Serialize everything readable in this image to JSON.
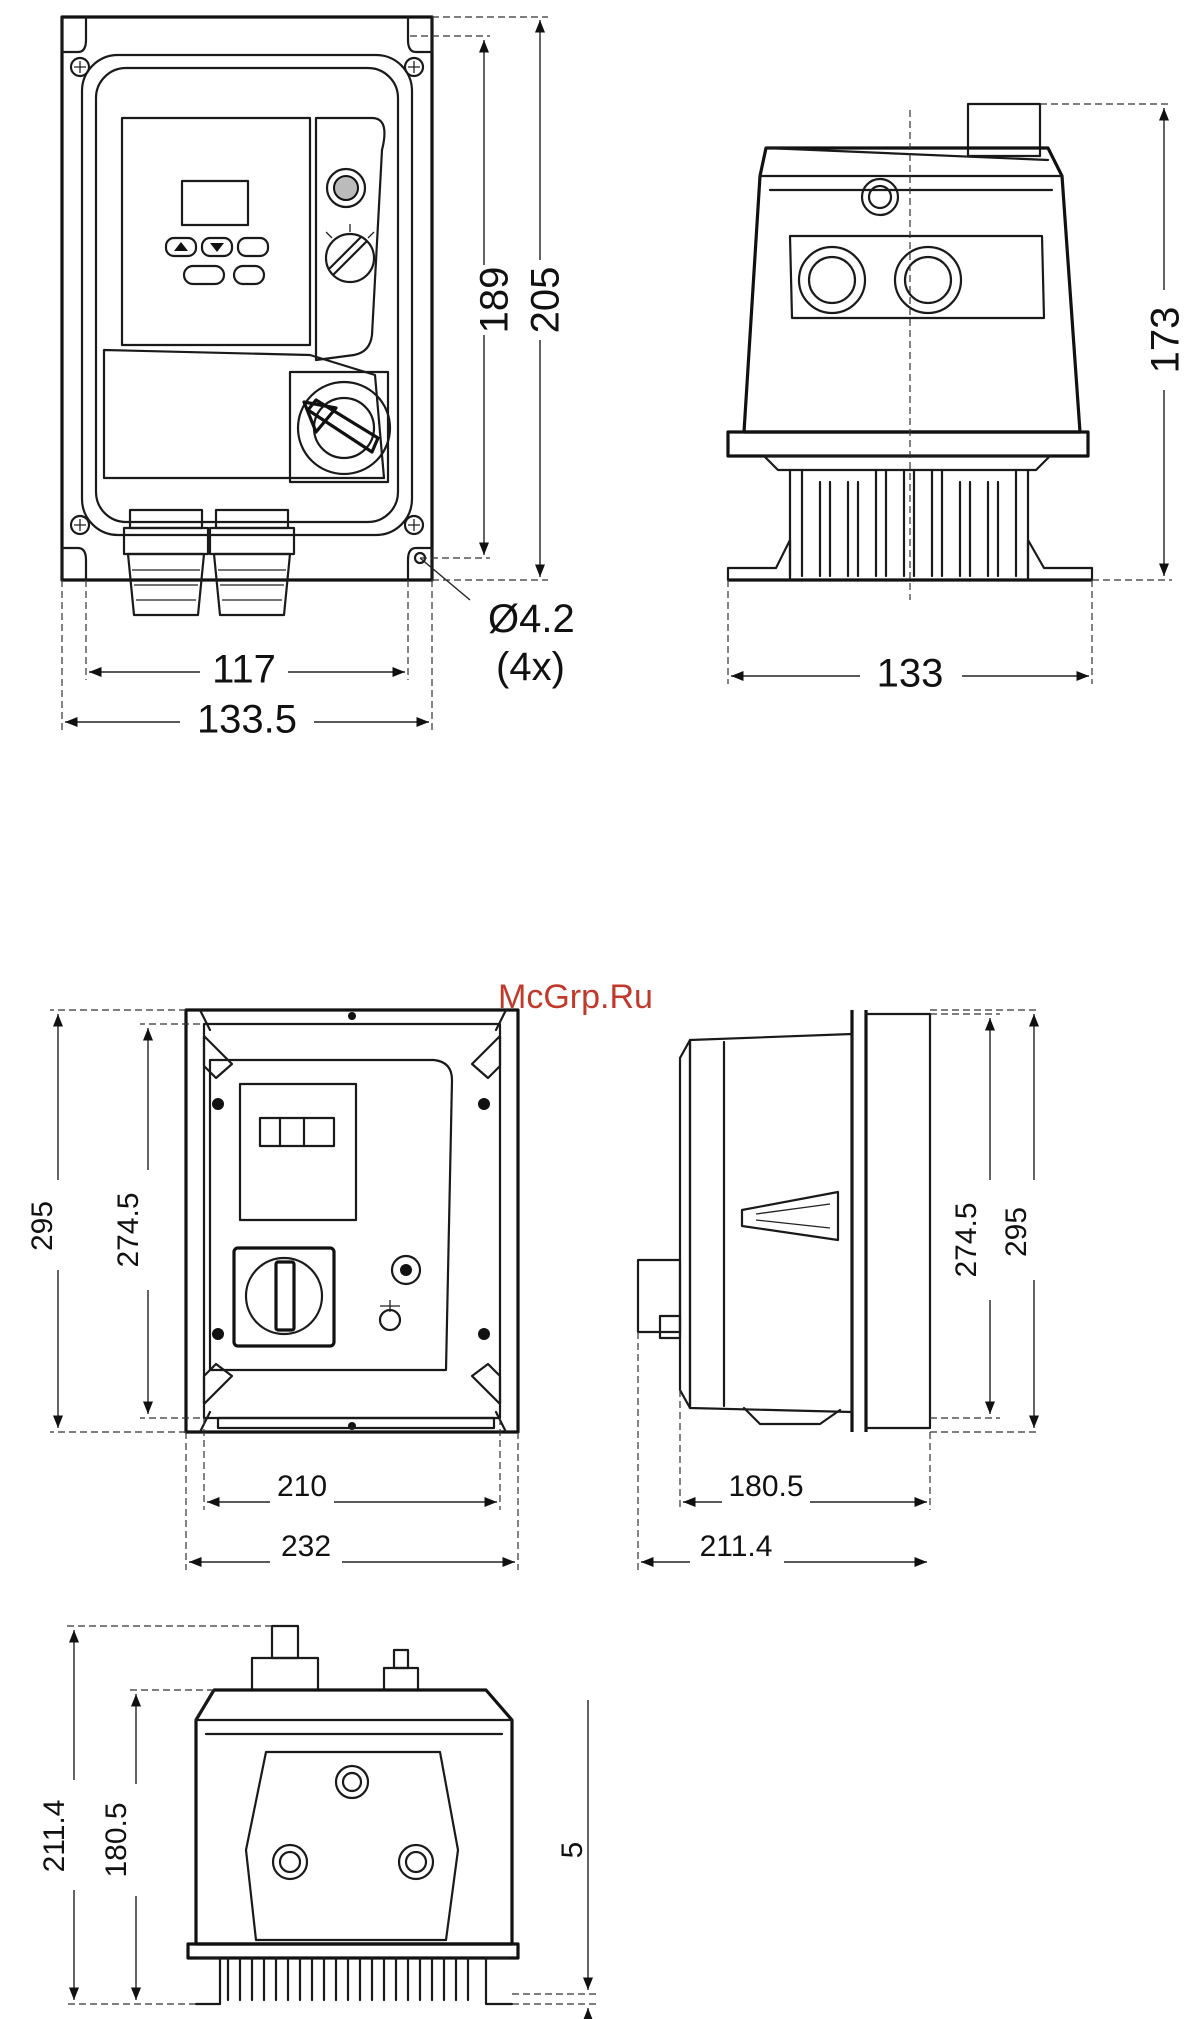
{
  "watermark": "McGrp.Ru",
  "top_front": {
    "dim_117": "117",
    "dim_1335": "133.5",
    "dim_189": "189",
    "dim_205": "205",
    "hole_dia": "Ø4.2",
    "hole_count": "(4x)"
  },
  "top_side": {
    "dim_133": "133",
    "dim_173": "173"
  },
  "bottom_front": {
    "dim_295": "295",
    "dim_2745": "274.5",
    "dim_210": "210",
    "dim_232": "232"
  },
  "bottom_side": {
    "dim_2745": "274.5",
    "dim_295": "295",
    "dim_1805": "180.5",
    "dim_2114": "211.4"
  },
  "bottom_end": {
    "dim_2114": "211.4",
    "dim_1805": "180.5",
    "dim_5": "5"
  }
}
